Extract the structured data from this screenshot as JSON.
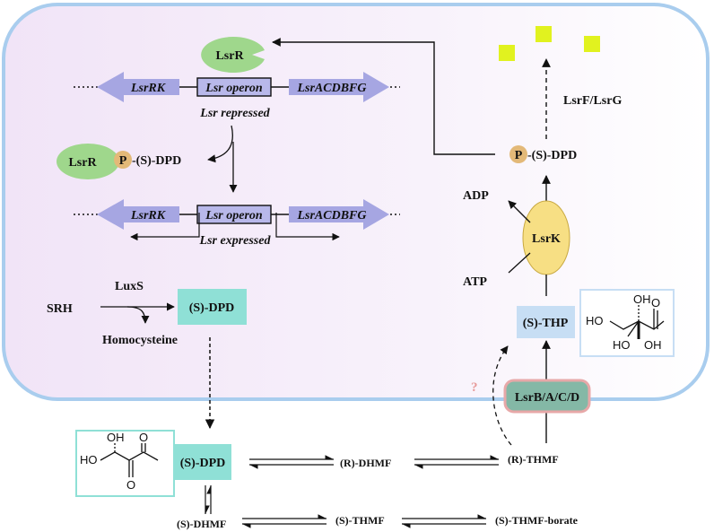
{
  "labels": {
    "lsrr_top": "LsrR",
    "lsrrk_top": "LsrRK",
    "lsr_operon_top": "Lsr operon",
    "lsracdbfg_top": "LsrACDBFG",
    "lsr_repressed": "Lsr repressed",
    "lsrr_complex": "LsrR",
    "p_circle_left": "P",
    "dpd_complex_suffix": "-(S)-DPD",
    "lsrrk_bottom": "LsrRK",
    "lsr_operon_bottom": "Lsr operon",
    "lsracdbfg_bottom": "LsrACDBFG",
    "lsr_expressed": "Lsr expressed",
    "srh": "SRH",
    "luxs": "LuxS",
    "s_dpd_inner": "(S)-DPD",
    "homocysteine": "Homocysteine",
    "s_dpd_outer": "(S)-DPD",
    "r_dhmf": "(R)-DHMF",
    "r_thmf": "(R)-THMF",
    "s_dhmf": "(S)-DHMF",
    "s_thmf": "(S)-THMF",
    "s_thmf_borate": "(S)-THMF-borate",
    "s_thp": "(S)-THP",
    "lsrbacd": "LsrB/A/C/D",
    "lsrk": "LsrK",
    "adp": "ADP",
    "atp": "ATP",
    "p_circle_right": "P",
    "p_dpd_suffix": "-(S)-DPD",
    "lsrf_lsrg": "LsrF/LsrG",
    "question_mark": "?"
  },
  "chem": {
    "dpd_oh": "OH",
    "dpd_ho": "HO",
    "dpd_o_top": "O",
    "dpd_o_bottom": "O",
    "thp_oh_top": "OH",
    "thp_ho": "HO",
    "thp_o": "O",
    "thp_oh_bottom": "OH",
    "thp_ho_bottom": "HO"
  },
  "colors": {
    "cell_border": "#a9cdee",
    "cell_fill_left": "#f3e8f8",
    "cell_fill_right": "#ffffff",
    "gene_arrow": "#a6a6e2",
    "lsrr_green": "#9fd78c",
    "dpd_box": "#8fe0d6",
    "thp_box": "#c7def4",
    "transporter_fill": "#84b8a6",
    "transporter_border": "#e7a8a8",
    "lsrk_fill": "#f7df84",
    "phosphate": "#e3b978",
    "product_square": "#e1f21f"
  }
}
